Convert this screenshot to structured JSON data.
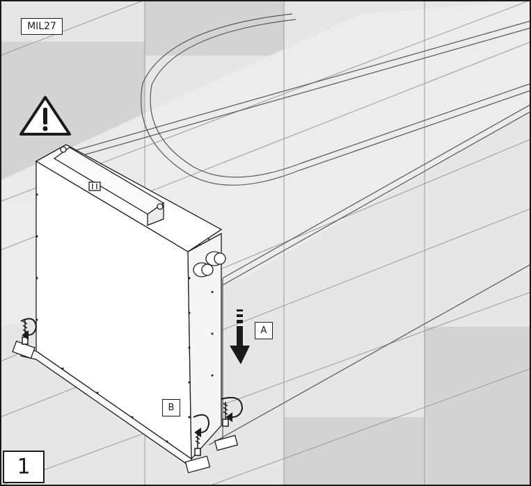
{
  "document": {
    "code": "MIL27",
    "step_number": "1"
  },
  "callouts": {
    "a": "A",
    "b": "B"
  },
  "icons": {
    "warning": "warning-triangle-icon",
    "screw": "screw-icon",
    "rotate_arrow": "rotate-arrow-icon",
    "down_arrow": "down-arrow-icon"
  },
  "colors": {
    "wall_dark": "#d2d2d2",
    "wall_light": "#e3e3e3",
    "line": "#1a1a1a",
    "panel": "#ffffff"
  }
}
